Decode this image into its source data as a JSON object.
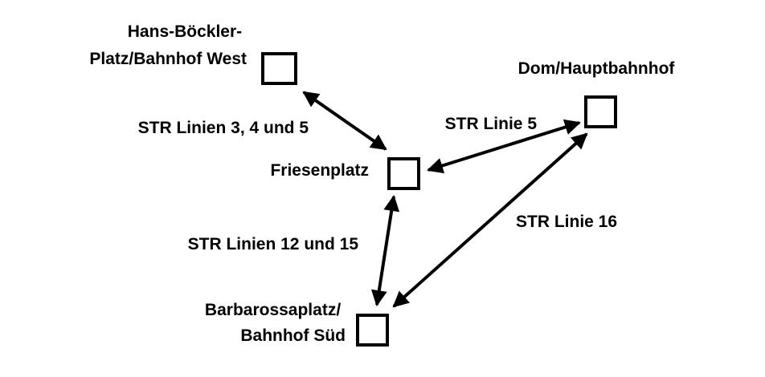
{
  "stations": {
    "hans_boeckler": {
      "line1": "Hans-Böckler-",
      "line2": "Platz/Bahnhof West"
    },
    "dom": {
      "line1": "Dom/Hauptbahnhof"
    },
    "friesenplatz": {
      "line1": "Friesenplatz"
    },
    "barbarossa": {
      "line1": "Barbarossaplatz/",
      "line2": "Bahnhof Süd"
    }
  },
  "connections": {
    "hb_fp": "STR Linien 3, 4 und 5",
    "fp_dom": "STR Linie 5",
    "fp_bb": "STR Linien 12 und 15",
    "dom_bb": "STR Linie 16"
  }
}
